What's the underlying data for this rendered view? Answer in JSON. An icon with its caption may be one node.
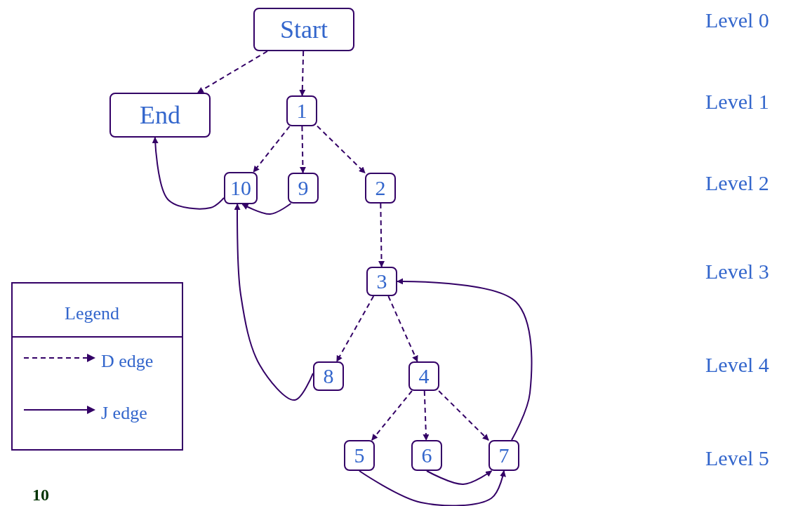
{
  "diagram": {
    "nodes": [
      {
        "text": [
          "Start"
        ]
      },
      {
        "text": [
          "End"
        ]
      },
      {
        "text": [
          "1"
        ]
      },
      {
        "text": [
          "10"
        ]
      },
      {
        "text": [
          "9"
        ]
      },
      {
        "text": [
          "2"
        ]
      },
      {
        "text": [
          "3"
        ]
      },
      {
        "text": [
          "8"
        ]
      },
      {
        "text": [
          "4"
        ]
      },
      {
        "text": [
          "5"
        ]
      },
      {
        "text": [
          "6"
        ]
      },
      {
        "text": [
          "7"
        ]
      }
    ],
    "edges": [
      {
        "from": 0,
        "to": 1,
        "arrow": "to",
        "style": "dashed"
      },
      {
        "from": 0,
        "to": 2,
        "arrow": "to",
        "style": "dashed"
      },
      {
        "from": 2,
        "to": 3,
        "arrow": "to",
        "style": "dashed"
      },
      {
        "from": 2,
        "to": 4,
        "arrow": "to",
        "style": "dashed"
      },
      {
        "from": 2,
        "to": 5,
        "arrow": "to",
        "style": "dashed"
      },
      {
        "from": 5,
        "to": 6,
        "arrow": "to",
        "style": "dashed"
      },
      {
        "from": 6,
        "to": 7,
        "arrow": "to",
        "style": "dashed"
      },
      {
        "from": 6,
        "to": 8,
        "arrow": "to",
        "style": "dashed"
      },
      {
        "from": 8,
        "to": 9,
        "arrow": "to",
        "style": "dashed"
      },
      {
        "from": 8,
        "to": 10,
        "arrow": "to",
        "style": "dashed"
      },
      {
        "from": 8,
        "to": 11,
        "arrow": "to",
        "style": "dashed"
      },
      {
        "from": 3,
        "to": 1,
        "arrow": "to"
      },
      {
        "from": 4,
        "to": 3,
        "arrow": "to"
      },
      {
        "from": 7,
        "to": 3,
        "arrow": "to"
      },
      {
        "from": 10,
        "to": 11,
        "arrow": "to"
      },
      {
        "from": 9,
        "to": 11,
        "arrow": "to"
      },
      {
        "from": 11,
        "to": 6,
        "arrow": "to"
      }
    ],
    "labels": [
      "Level 0",
      "Level 1",
      "Level 2",
      "Level 3",
      "Level 4",
      "Level 5",
      "Legend",
      "10"
    ],
    "legend": [
      {
        "text": "D edge"
      },
      {
        "text": "J edge"
      }
    ]
  }
}
